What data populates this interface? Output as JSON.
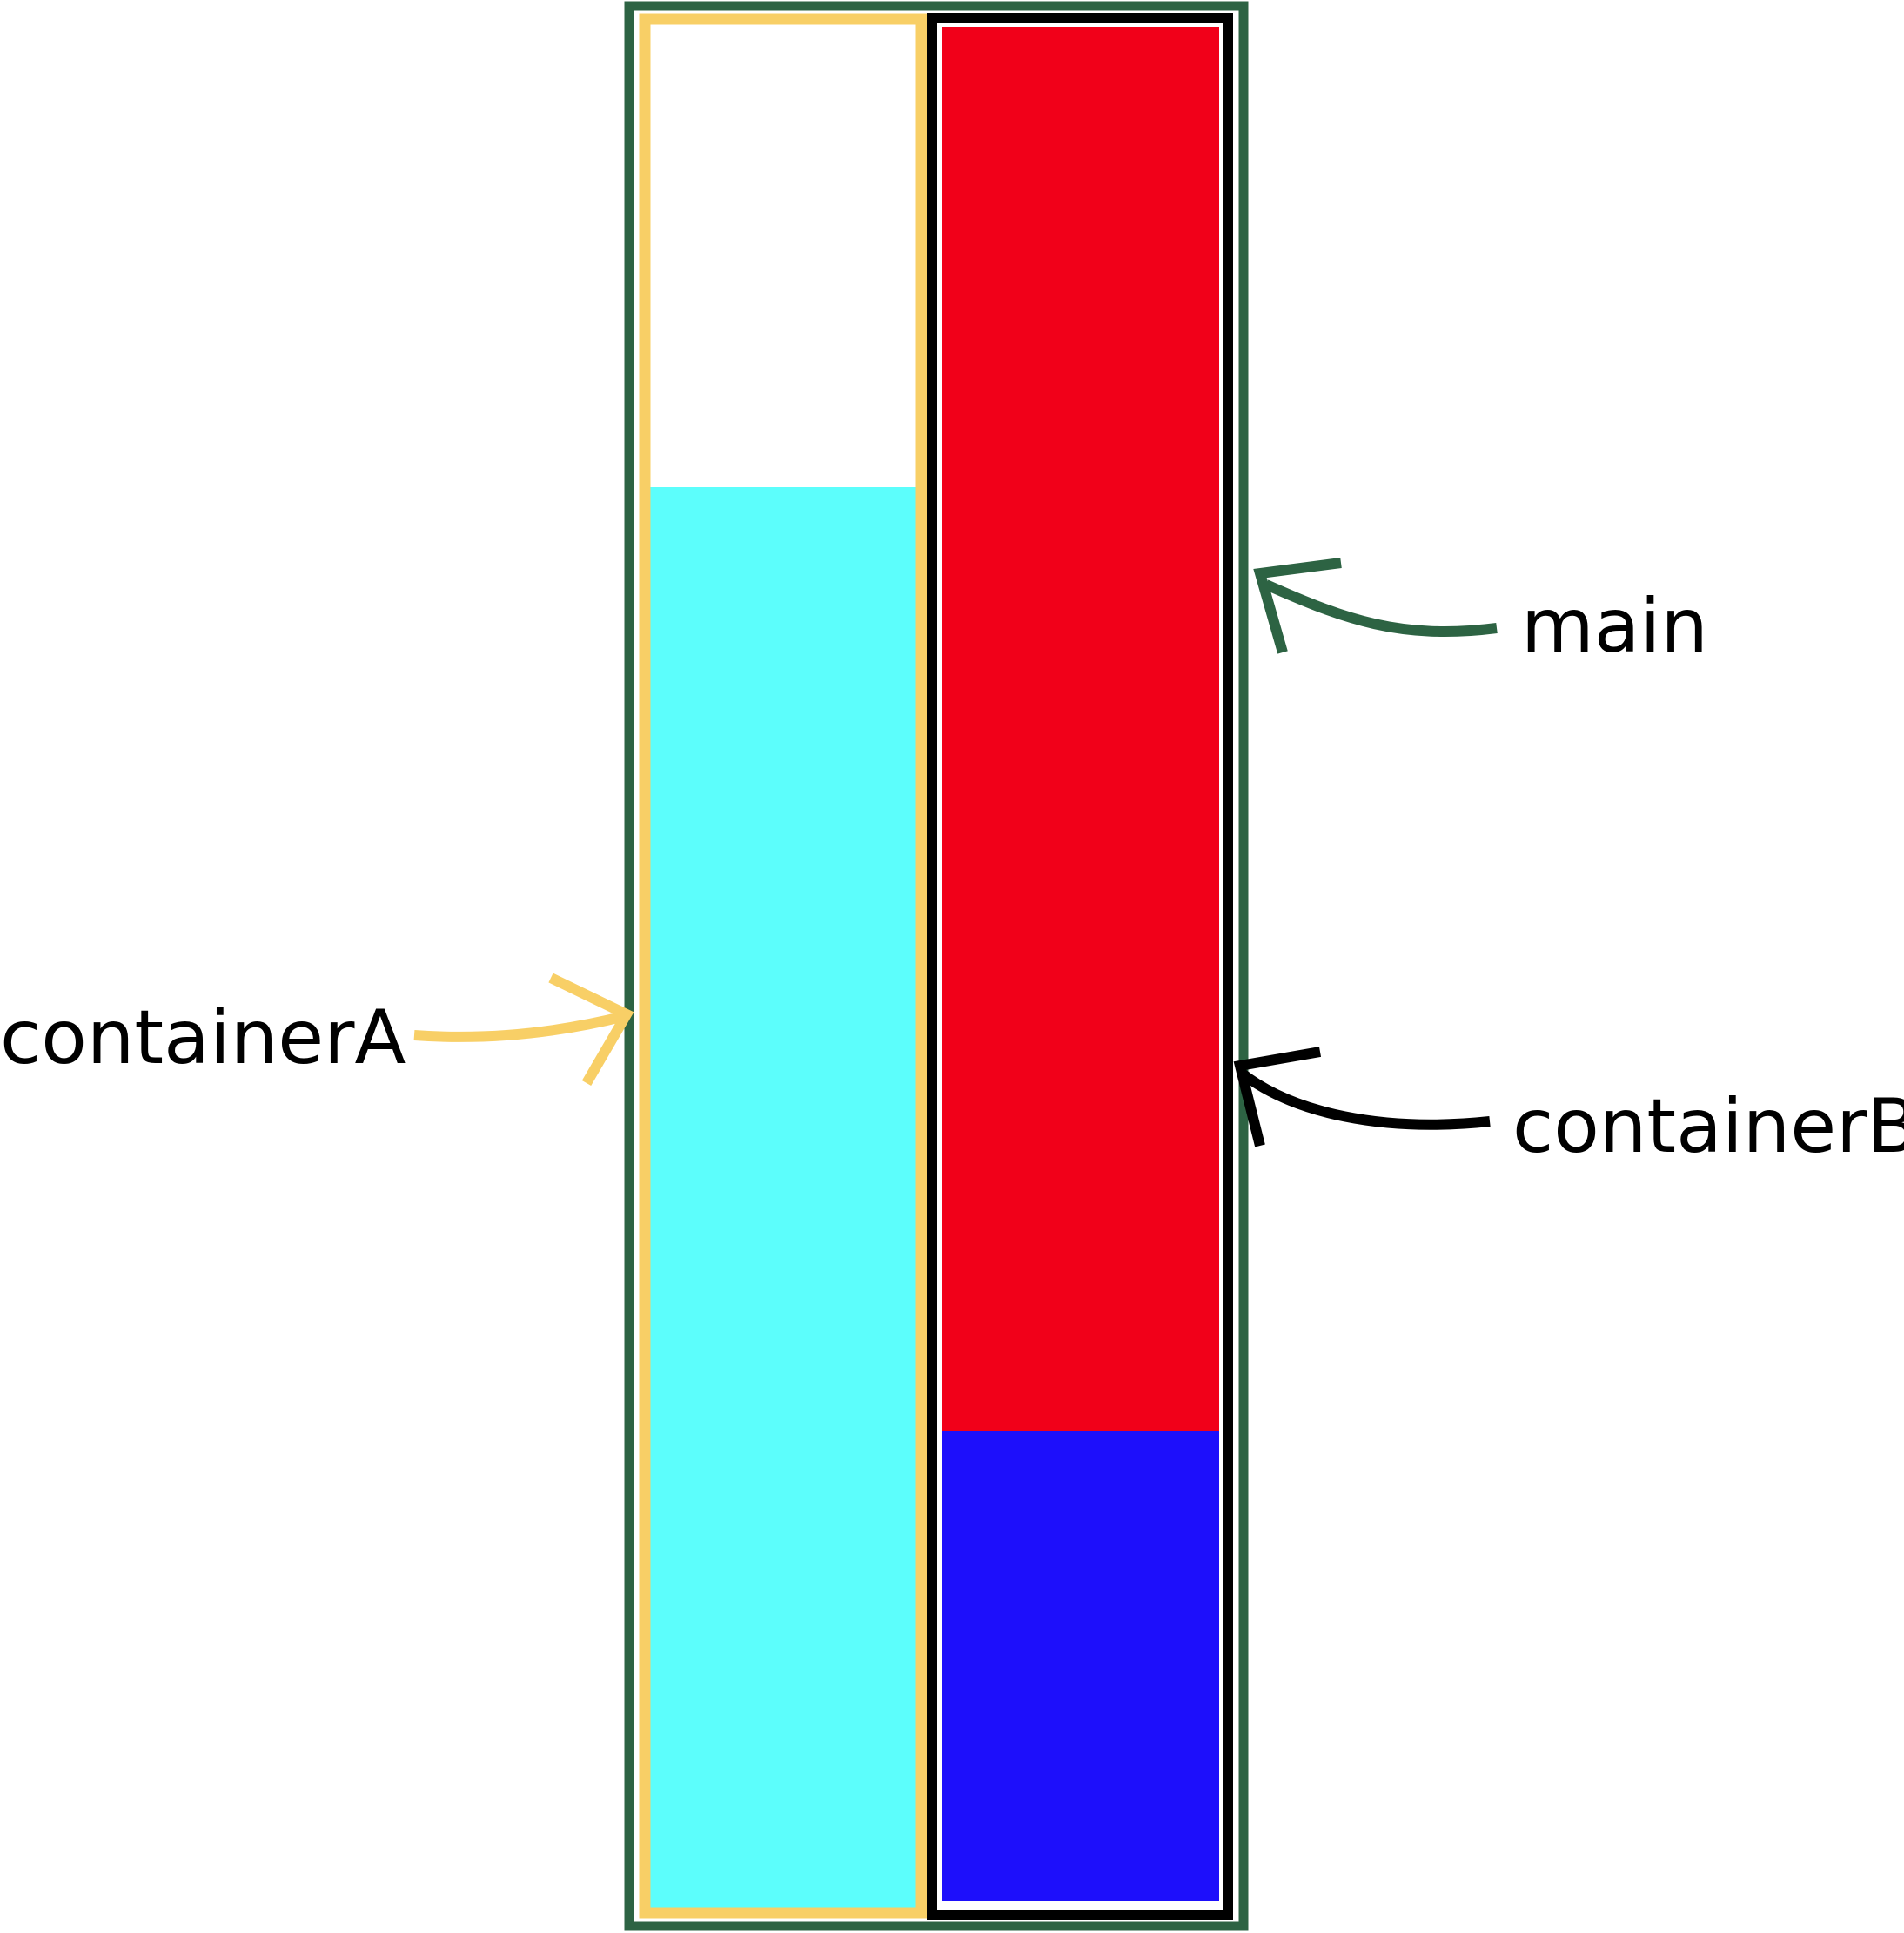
{
  "colors": {
    "main_border": "#2d6343",
    "containerA_border": "#f8cf66",
    "containerB_border": "#000000",
    "cyan_block": "#5cfefc",
    "red_block": "#f10019",
    "blue_block": "#1d0ffb",
    "background": "#ffffff"
  },
  "labels": {
    "main": "main",
    "containerA": "containerA",
    "containerB": "containerB"
  }
}
